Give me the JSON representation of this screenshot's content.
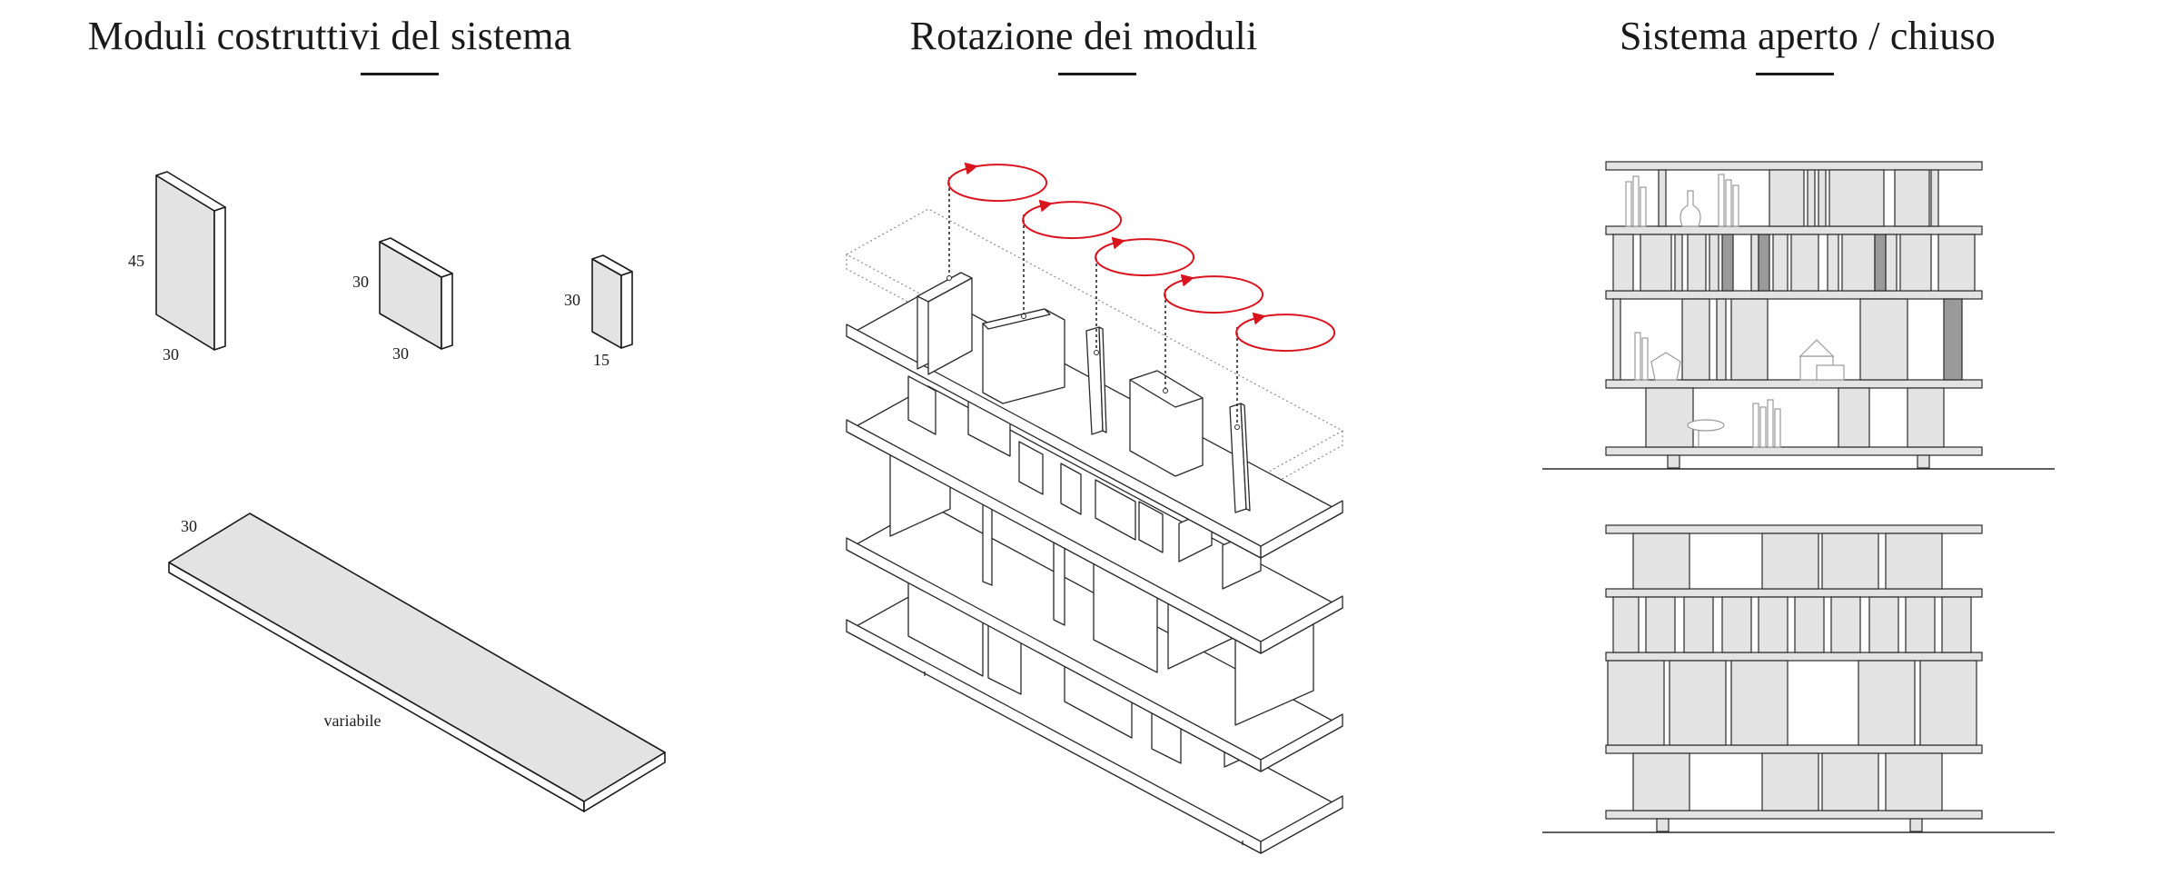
{
  "panels": {
    "modules": {
      "title": "Moduli costruttivi del sistema",
      "dims": {
        "tall_height": "45",
        "tall_width": "30",
        "square_height": "30",
        "square_width": "30",
        "narrow_height": "30",
        "narrow_width": "15",
        "shelf_depth": "30",
        "shelf_length": "variabile"
      }
    },
    "rotation": {
      "title": "Rotazione dei moduli"
    },
    "open_closed": {
      "title": "Sistema aperto / chiuso"
    }
  },
  "colors": {
    "ink": "#1a1a1a",
    "panel_fill": "#e3e3e3",
    "panel_side": "#ffffff",
    "dark_panel": "#9a9a9a",
    "rotation_arrow": "#d9141e"
  }
}
